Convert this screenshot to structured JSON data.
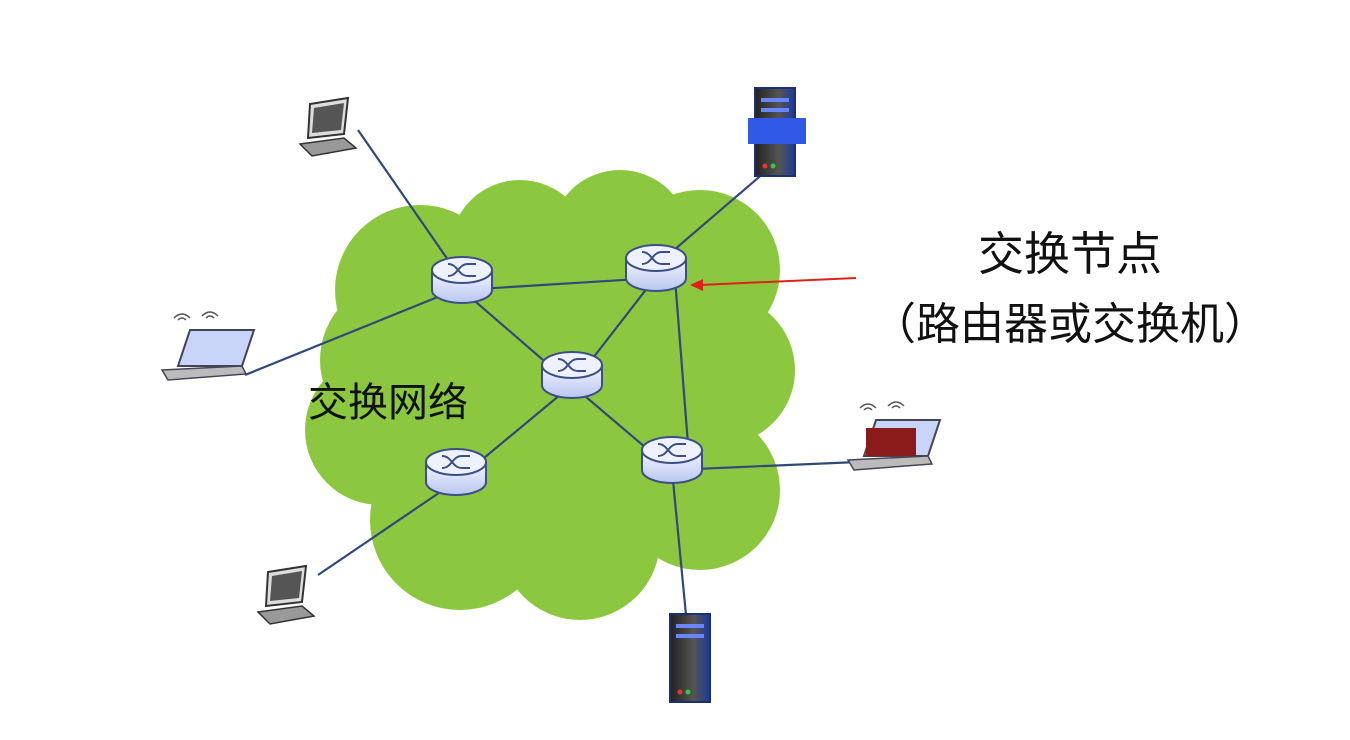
{
  "labels": {
    "switch_node": "交换节点",
    "switch_node_detail": "（路由器或交换机）",
    "switching_network": "交换网络"
  },
  "colors": {
    "cloud": "#8cc83f",
    "link": "#2f4a7a",
    "router": "#dfe6fb",
    "arrow": "#e0201a",
    "server_band": "#2e5ae6",
    "laptop_screen_red": "#8b1a1a"
  },
  "icons": [
    "router-icon",
    "desktop-icon",
    "laptop-icon",
    "server-icon"
  ]
}
